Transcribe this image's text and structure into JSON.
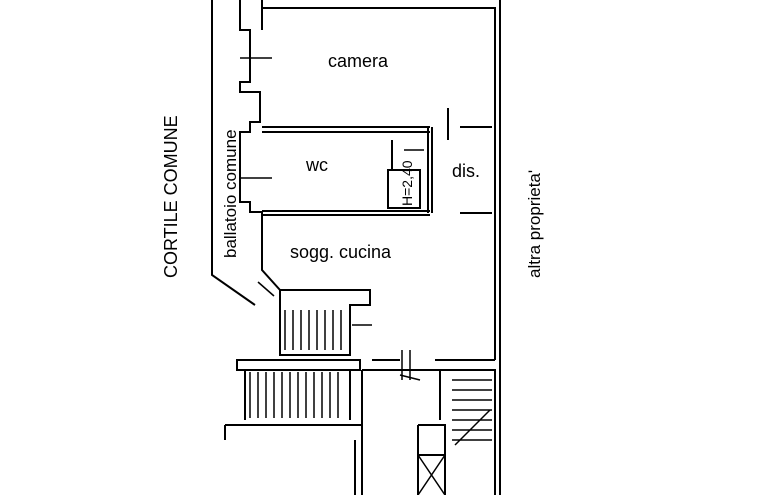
{
  "labels": {
    "cortile": "CORTILE COMUNE",
    "ballatoio": "ballatoio comune",
    "camera": "camera",
    "wc": "wc",
    "height_note": "H=2,40",
    "dis": "dis.",
    "soggiorno": "sogg. cucina",
    "altra": "altra proprieta'"
  },
  "colors": {
    "line": "#000000",
    "background": "#ffffff"
  }
}
